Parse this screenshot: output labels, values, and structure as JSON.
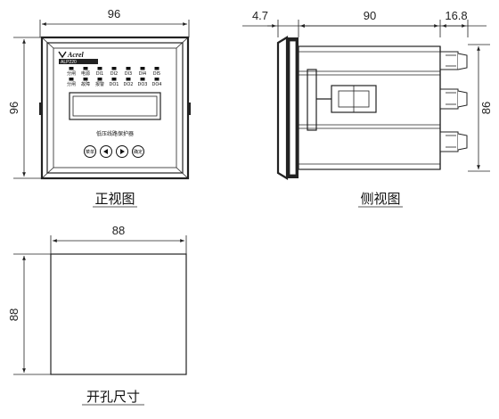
{
  "front_view": {
    "caption": "正视图",
    "width_label": "96",
    "height_label": "96",
    "brand": "Acrel",
    "model": "ALP220",
    "device_name": "低压线路保护器",
    "indicators_row1": [
      "分闸",
      "电源",
      "DI1",
      "DI2",
      "DI3",
      "DI4",
      "DI5"
    ],
    "indicators_row2": [
      "分闸",
      "故障",
      "报警",
      "DO1",
      "DO2",
      "DO3",
      "DO4"
    ],
    "buttons": [
      "菜单",
      "◀",
      "▶",
      "确定"
    ]
  },
  "side_view": {
    "caption": "侧视图",
    "left_label": "4.7",
    "mid_label": "90",
    "right_label": "16.8",
    "height_label": "86"
  },
  "cutout": {
    "caption": "开孔尺寸",
    "width_label": "88",
    "height_label": "88"
  }
}
